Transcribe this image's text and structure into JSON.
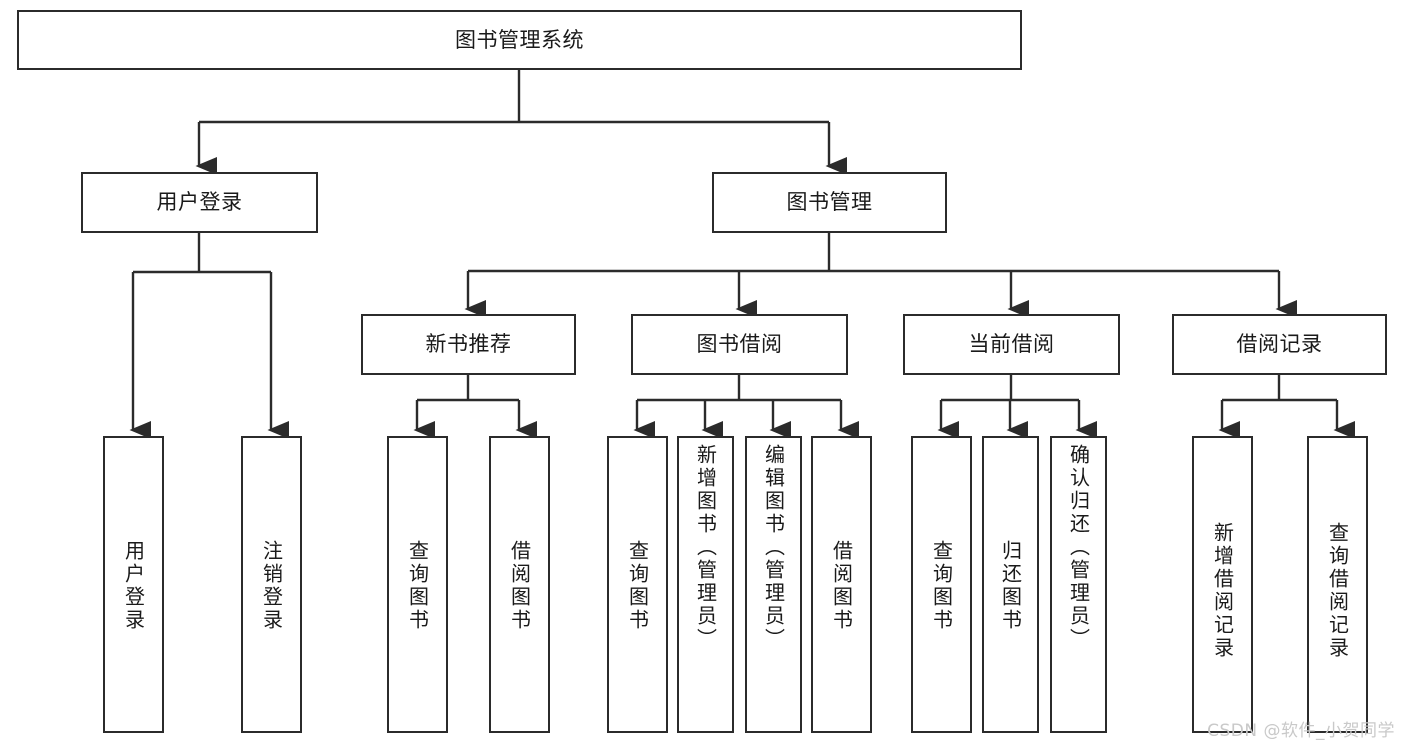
{
  "diagram": {
    "title": "图书管理系统",
    "type": "hierarchy-tree",
    "orientation": "top-down",
    "colors": {
      "box_border": "#2b2b2b",
      "box_fill": "#ffffff",
      "edge": "#2b2b2b",
      "text": "#1a1a1a",
      "watermark": "#c9c9c9",
      "background": "#ffffff"
    },
    "nodes": {
      "root": {
        "label": "图书管理系统"
      },
      "level2": [
        {
          "label": "用户登录"
        },
        {
          "label": "图书管理"
        }
      ],
      "level3": [
        {
          "label": "新书推荐"
        },
        {
          "label": "图书借阅"
        },
        {
          "label": "当前借阅"
        },
        {
          "label": "借阅记录"
        }
      ],
      "leaves": {
        "user_login": [
          {
            "label": "用户登录"
          },
          {
            "label": "注销登录"
          }
        ],
        "new_book_recommend": [
          {
            "label": "查询图书"
          },
          {
            "label": "借阅图书"
          }
        ],
        "book_borrow": [
          {
            "label": "查询图书"
          },
          {
            "label": "新增图书（管理员）"
          },
          {
            "label": "编辑图书（管理员）"
          },
          {
            "label": "借阅图书"
          }
        ],
        "current_borrow": [
          {
            "label": "查询图书"
          },
          {
            "label": "归还图书"
          },
          {
            "label": "确认归还（管理员）"
          }
        ],
        "borrow_record": [
          {
            "label": "新增借阅记录"
          },
          {
            "label": "查询借阅记录"
          }
        ]
      }
    },
    "watermark": "CSDN @软件_小贺同学"
  }
}
